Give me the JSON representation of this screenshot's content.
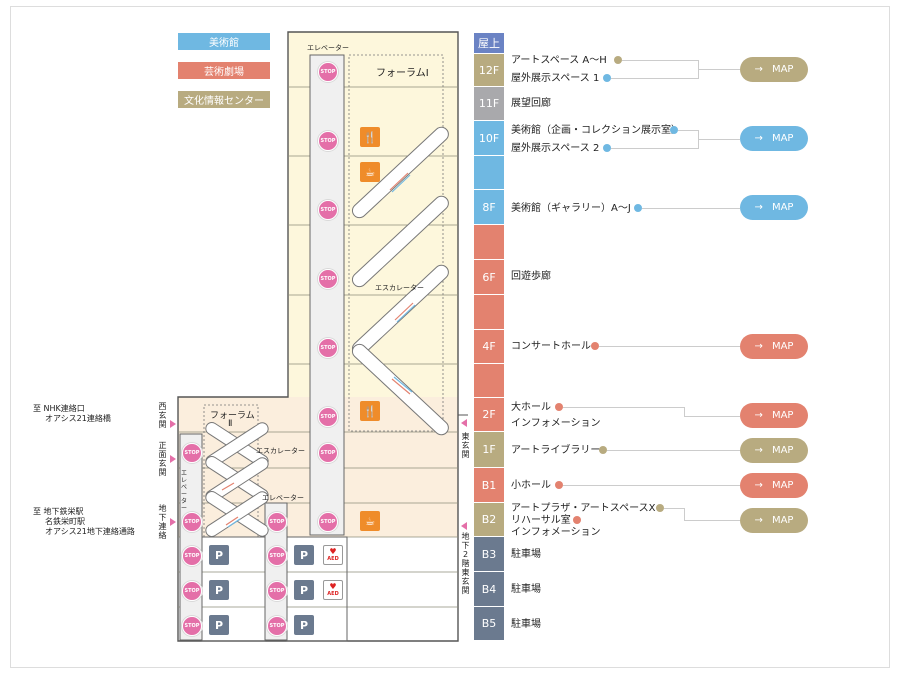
{
  "legend": [
    {
      "label": "美術館",
      "color": "#6fb8e2"
    },
    {
      "label": "芸術劇場",
      "color": "#e3826f"
    },
    {
      "label": "文化情報センター",
      "color": "#b8ab80"
    }
  ],
  "floors": [
    {
      "label": "屋上",
      "color": "#6b83c4",
      "text": ""
    },
    {
      "label": "12F",
      "color": "#b8ab80",
      "lines": [
        "アートスペース A～H",
        "屋外展示スペース 1"
      ]
    },
    {
      "label": "11F",
      "color": "#a9a9ac",
      "lines": [
        "展望回廊"
      ]
    },
    {
      "label": "10F",
      "color": "#6fb8e2",
      "lines": [
        "美術館（企画・コレクション展示室）",
        "屋外展示スペース 2"
      ]
    },
    {
      "label": "",
      "color": "#6fb8e2",
      "lines": []
    },
    {
      "label": "8F",
      "color": "#6fb8e2",
      "lines": [
        "美術館（ギャラリー）A～J"
      ]
    },
    {
      "label": "",
      "color": "#e3826f",
      "lines": []
    },
    {
      "label": "6F",
      "color": "#e3826f",
      "lines": [
        "回遊歩廊"
      ]
    },
    {
      "label": "",
      "color": "#e3826f",
      "lines": []
    },
    {
      "label": "4F",
      "color": "#e3826f",
      "lines": [
        "コンサートホール"
      ]
    },
    {
      "label": "",
      "color": "#e3826f",
      "lines": []
    },
    {
      "label": "2F",
      "color": "#e3826f",
      "lines": [
        "大ホール",
        "インフォメーション"
      ]
    },
    {
      "label": "1F",
      "color": "#b8ab80",
      "lines": [
        "アートライブラリー"
      ]
    },
    {
      "label": "B1",
      "color": "#e3826f",
      "lines": [
        "小ホール"
      ]
    },
    {
      "label": "B2",
      "color": "#b8ab80",
      "lines": [
        "アートプラザ・アートスペースX",
        "リハーサル室",
        "インフォメーション"
      ]
    },
    {
      "label": "B3",
      "color": "#6b7a8f",
      "lines": [
        "駐車場"
      ]
    },
    {
      "label": "B4",
      "color": "#6b7a8f",
      "lines": [
        "駐車場"
      ]
    },
    {
      "label": "B5",
      "color": "#6b7a8f",
      "lines": [
        "駐車場"
      ]
    }
  ],
  "map_buttons": [
    {
      "label": "MAP",
      "color": "#b8ab80"
    },
    {
      "label": "MAP",
      "color": "#6fb8e2"
    },
    {
      "label": "MAP",
      "color": "#6fb8e2"
    },
    {
      "label": "MAP",
      "color": "#e3826f"
    },
    {
      "label": "MAP",
      "color": "#e3826f"
    },
    {
      "label": "MAP",
      "color": "#b8ab80"
    },
    {
      "label": "MAP",
      "color": "#e3826f"
    },
    {
      "label": "MAP",
      "color": "#b8ab80"
    }
  ],
  "building": {
    "forum1": "フォーラムⅠ",
    "forum2": "フォーラム",
    "forum2_numeral": "Ⅱ",
    "elevator_top": "エレベーター",
    "escalator_main": "エスカレーター",
    "escalator_left": "エスカレーター",
    "elevator_left": "エレベーター",
    "elevator_vertical": "エレベーター",
    "stop": "STOP",
    "parking": "P",
    "aed": "AED"
  },
  "side_labels": {
    "nhk_line1": "至 NHK連絡口",
    "nhk_line2": "オアシス21連絡橋",
    "subway_line1": "至 地下鉄栄駅",
    "subway_line2": "名鉄栄町駅",
    "subway_line3": "オアシス21地下連絡通路",
    "west_entrance": "西玄関",
    "front_entrance": "正面玄関",
    "underground_link": "地下連絡",
    "east_entrance": "東玄関",
    "b2_east_entrance": "地下2階東玄関"
  }
}
